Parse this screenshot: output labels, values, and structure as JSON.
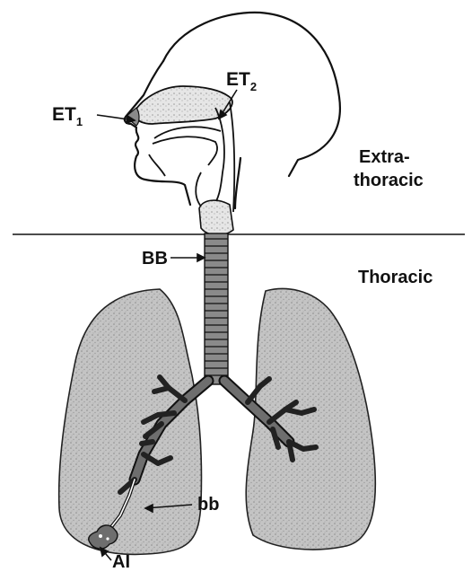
{
  "labels": {
    "et1": "ET",
    "et1_sub": "1",
    "et2": "ET",
    "et2_sub": "2",
    "extra_line1": "Extra-",
    "extra_line2": "thoracic",
    "bb_upper": "BB",
    "thoracic": "Thoracic",
    "bb_lower": "bb",
    "ai": "AI"
  },
  "colors": {
    "ink": "#111111",
    "lung_fill": "#bdbdbd",
    "airway_fill": "#6e6e6e",
    "trachea_fill": "#8a8a8a",
    "nasal_fill": "#cfcfcf"
  }
}
